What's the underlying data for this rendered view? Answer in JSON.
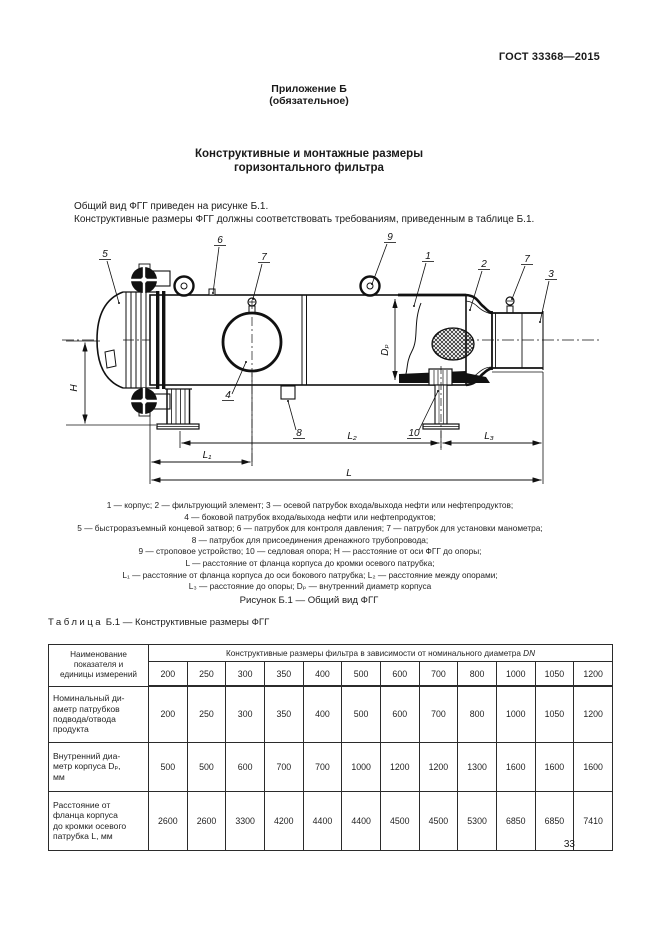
{
  "header": {
    "doc_number": "ГОСТ 33368—2015",
    "appendix": "Приложение Б",
    "appendix_kind": "(обязательное)",
    "title_line1": "Конструктивные и монтажные размеры",
    "title_line2": "горизонтального фильтра",
    "para1": "Общий вид ФГГ приведен на рисунке Б.1.",
    "para2": "Конструктивные размеры ФГГ должны соответствовать требованиям, приведенным в таблице Б.1.",
    "page_number": "33"
  },
  "figure": {
    "caption": "Рисунок Б.1 — Общий вид ФГГ",
    "legend_lines": [
      "1 — корпус; 2 — фильтрующий элемент; 3 — осевой патрубок входа/выхода нефти или нефтепродуктов;",
      "4 — боковой патрубок входа/выхода нефти или нефтепродуктов;",
      "5 — быстроразъемный концевой затвор; 6 — патрубок для контроля давления; 7 — патрубок для установки манометра;",
      "8 — патрубок для присоединения дренажного трубопровода;",
      "9 — строповое устройство; 10 — седловая опора; Н — расстояние от оси ФГГ до опоры;",
      "L — расстояние от фланца корпуса до кромки осевого патрубка;",
      "L₁ — расстояние от фланца корпуса до оси бокового патрубка; L₂ — расстояние между опорами;",
      "L₃ — расстояние до опоры; Dₚ — внутренний диаметр корпуса"
    ],
    "callouts": {
      "c1": "1",
      "c2": "2",
      "c3": "3",
      "c4": "4",
      "c5": "5",
      "c6": "6",
      "c7a": "7",
      "c7b": "7",
      "c8": "8",
      "c9": "9",
      "c10": "10"
    },
    "dims": {
      "H": "H",
      "Dp": "Dₚ",
      "L": "L",
      "L1": "L₁",
      "L2": "L₂",
      "L3": "L₃"
    }
  },
  "table": {
    "title_word": "Таблица",
    "title_rest": "Б.1 — Конструктивные размеры ФГГ",
    "col_header": "Наименование\nпоказателя и\nединицы измерений",
    "span_header_prefix": "Конструктивные размеры фильтра в зависимости от номинального диаметра ",
    "span_header_dn": "DN",
    "dn_values": [
      "200",
      "250",
      "300",
      "350",
      "400",
      "500",
      "600",
      "700",
      "800",
      "1000",
      "1050",
      "1200"
    ],
    "rows": [
      {
        "label": "Номинальный ди-\nаметр патрубков\nподвода/отвода\nпродукта",
        "values": [
          "200",
          "250",
          "300",
          "350",
          "400",
          "500",
          "600",
          "700",
          "800",
          "1000",
          "1050",
          "1200"
        ]
      },
      {
        "label": "Внутренний диа-\nметр корпуса Dₚ,\nмм",
        "values": [
          "500",
          "500",
          "600",
          "700",
          "700",
          "1000",
          "1200",
          "1200",
          "1300",
          "1600",
          "1600",
          "1600"
        ]
      },
      {
        "label": "Расстояние от\nфланца корпуса\nдо кромки осевого\nпатрубка L, мм",
        "values": [
          "2600",
          "2600",
          "3300",
          "4200",
          "4400",
          "4400",
          "4500",
          "4500",
          "5300",
          "6850",
          "6850",
          "7410"
        ]
      }
    ]
  }
}
